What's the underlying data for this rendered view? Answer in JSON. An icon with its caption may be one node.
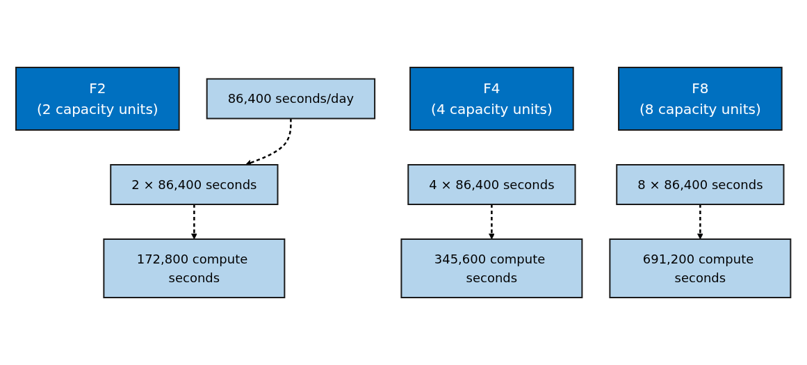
{
  "diagram": {
    "nodes": [
      {
        "text": [
          "F2",
          "(2 capacity units)"
        ]
      },
      {
        "text": [
          "F4",
          "(4 capacity units)"
        ]
      },
      {
        "text": [
          "F8",
          "(8 capacity units)"
        ]
      },
      {
        "text": [
          "86,400 seconds/day"
        ]
      },
      {
        "text": [
          "2 × 86,400 seconds"
        ]
      },
      {
        "text": [
          "4 × 86,400 seconds"
        ]
      },
      {
        "text": [
          "8 × 86,400 seconds"
        ]
      },
      {
        "text": [
          "172,800 compute seconds"
        ]
      },
      {
        "text": [
          "345,600 compute seconds"
        ]
      },
      {
        "text": [
          "691,200 compute seconds"
        ]
      }
    ],
    "edges": [
      {
        "from": 3,
        "to": 4,
        "arrow": "to",
        "style": "dashed"
      },
      {
        "from": 4,
        "to": 7,
        "arrow": "to",
        "style": "dashed"
      },
      {
        "from": 5,
        "to": 8,
        "arrow": "to",
        "style": "dashed"
      },
      {
        "from": 6,
        "to": 9,
        "arrow": "to",
        "style": "dashed"
      }
    ]
  }
}
